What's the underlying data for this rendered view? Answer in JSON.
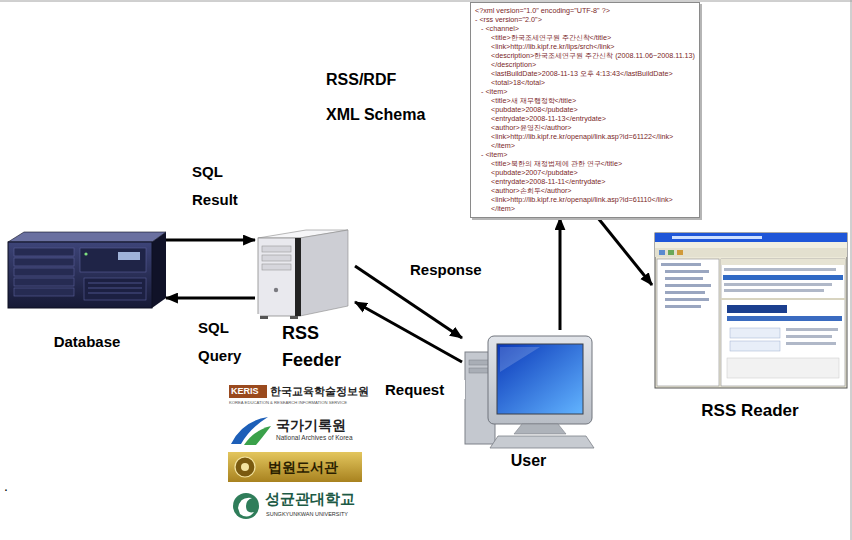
{
  "diagram": {
    "nodes": [
      {
        "text": [
          "<?xml version=\"1.0\" encoding=\"UTF-8\" ?>",
          "- <rss version=\"2.0\">",
          "- <channel>",
          "<title>한국조세연구원 주간신착</title>",
          "<link>http://lib.kipf.re.kr/lips/srch</link>",
          "<description>한국조세연구원 주간신착 (2008.11.06~2008.11.13)</description>",
          "<lastBuildDate>2008-11-13 오후 4:13:43</lastBuildDate>",
          "<total>18</total>",
          "- <item>",
          "<title>새 재무행정학</title>",
          "<pubdate>2008</pubdate>",
          "<entrydate>2008-11-13</entrydate>",
          "<author>윤영진</author>",
          "<link>http://lib.kipf.re.kr/openapi/link.asp?id=61122</link>",
          "</item>",
          "- <item>",
          "<title>북한의 재정법제에 관한 연구</title>",
          "<pubdate>2007</pubdate>",
          "<entrydate>2008-11-11</entrydate>",
          "<author>손희두</author>",
          "<link>http://lib.kipf.re.kr/openapi/link.asp?id=61110</link>",
          "</item>"
        ]
      },
      {
        "text": [
          "Database"
        ]
      },
      {
        "text": [
          "RSS Feeder"
        ]
      },
      {
        "text": [
          "User"
        ]
      },
      {
        "text": [
          "RSS Reader"
        ]
      }
    ],
    "edges": [
      {
        "from": 1,
        "to": 2,
        "label": "SQL Result",
        "arrow": "to"
      },
      {
        "from": 2,
        "to": 1,
        "label": "SQL Query",
        "arrow": "to"
      },
      {
        "from": 2,
        "to": 3,
        "label": "Response",
        "arrow": "to"
      },
      {
        "from": 3,
        "to": 2,
        "label": "Request",
        "arrow": "to"
      },
      {
        "from": 3,
        "to": 0,
        "arrow": "to"
      },
      {
        "from": 0,
        "to": 4,
        "arrow": "to"
      }
    ],
    "labels": [
      "RSS/RDF",
      "XML Schema",
      "KERIS",
      "한국교육학술정보원",
      "KOREA EDUCATION & RESEARCH INFORMATION SERVICE",
      "국가기록원",
      "National Archives of Korea",
      "법원도서관",
      "성균관대학교",
      "SUNGKYUNKWAN UNIVERSITY",
      "."
    ]
  }
}
